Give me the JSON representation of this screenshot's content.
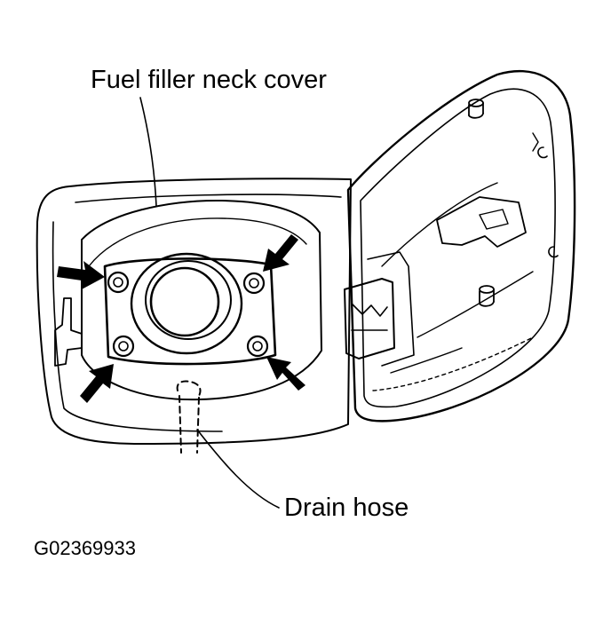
{
  "labels": {
    "fuel_filler_neck_cover": "Fuel filler neck cover",
    "drain_hose": "Drain hose",
    "figure_code": "G02369933"
  },
  "colors": {
    "line": "#000000",
    "background": "#ffffff"
  }
}
